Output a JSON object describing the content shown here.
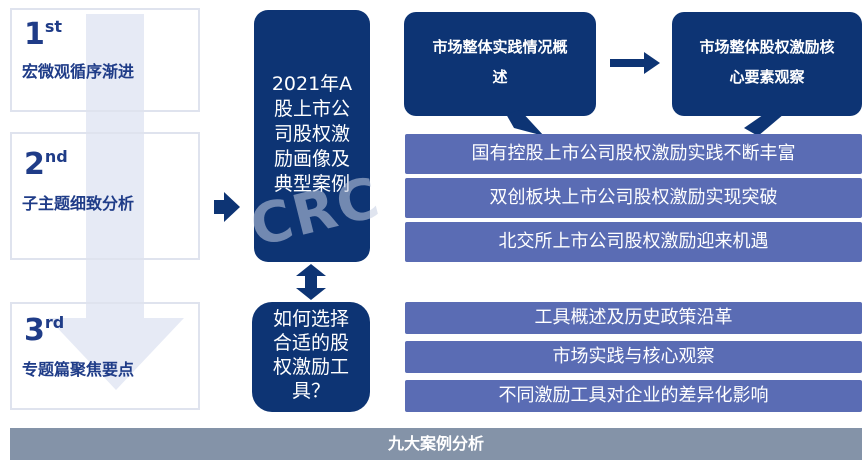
{
  "levels": [
    {
      "num": "1",
      "sup": "st",
      "title": "宏微观循序渐进"
    },
    {
      "num": "2",
      "sup": "nd",
      "title": "子主题细致分析"
    },
    {
      "num": "3",
      "sup": "rd",
      "title": "专题篇聚焦要点"
    }
  ],
  "center": {
    "main_text": "2021年A股上市公司股权激励画像及典型案例",
    "sub_text": "如何选择合适的股权激励工具？"
  },
  "top_boxes": [
    {
      "label": "市场整体实践情况概述"
    },
    {
      "label": "市场整体股权激励核心要素观察"
    }
  ],
  "group1_bars": [
    "国有控股上市公司股权激励实践不断丰富",
    "双创板块上市公司股权激励实现突破",
    "北交所上市公司股权激励迎来机遇"
  ],
  "group2_bars": [
    "工具概述及历史政策沿革",
    "市场实践与核心观察",
    "不同激励工具对企业的差异化影响"
  ],
  "footer": {
    "label": "九大案例分析"
  },
  "colors": {
    "dark_blue": "#0d3474",
    "bar_blue": "#5a6cb4",
    "footer_gray": "#8493a8",
    "level_text": "#1f3c88"
  }
}
